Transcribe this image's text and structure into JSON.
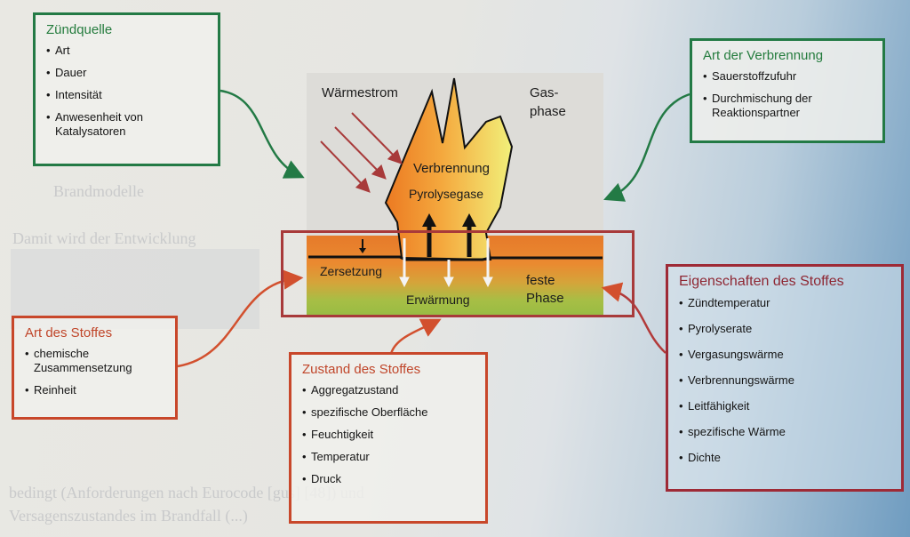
{
  "background_text": {
    "line1": "bedingt (Anforderungen nach Eurocode [gus] [48]) und",
    "line2": "Versagenszustandes im Brandfall (...)",
    "line3": "Damit wird der Entwicklung",
    "ghost_label": "Brandmodelle"
  },
  "colors": {
    "green_box": "#237a45",
    "red_box": "#c8472a",
    "darkred_box": "#9e2a36",
    "arrow_heat": "#a83a3a"
  },
  "diagram": {
    "heat_flow_label": "Wärmestrom",
    "gas_phase_label_1": "Gas-",
    "gas_phase_label_2": "phase",
    "combustion_label": "Verbrennung",
    "pyrolysis_label": "Pyrolysegase",
    "decomposition_label": "Zersetzung",
    "heating_label": "Erwärmung",
    "solid_phase_label_1": "feste",
    "solid_phase_label_2": "Phase"
  },
  "boxes": {
    "ignition_source": {
      "title": "Zündquelle",
      "items": [
        "Art",
        "Dauer",
        "Intensität",
        "Anwesenheit von Katalysatoren"
      ]
    },
    "combustion_type": {
      "title": "Art der Verbrennung",
      "items": [
        "Sauerstoffzufuhr",
        "Durchmischung der Reaktionspartner"
      ]
    },
    "material_type": {
      "title": "Art des Stoffes",
      "items": [
        "chemische Zusammensetzung",
        "Reinheit"
      ]
    },
    "material_state": {
      "title": "Zustand des Stoffes",
      "items": [
        "Aggregatzustand",
        "spezifische Oberfläche",
        "Feuchtigkeit",
        "Temperatur",
        "Druck"
      ]
    },
    "material_properties": {
      "title": "Eigenschaften des Stoffes",
      "items": [
        "Zündtemperatur",
        "Pyrolyserate",
        "Vergasungswärme",
        "Verbrennungswärme",
        "Leitfähigkeit",
        "spezifische Wärme",
        "Dichte"
      ]
    }
  }
}
